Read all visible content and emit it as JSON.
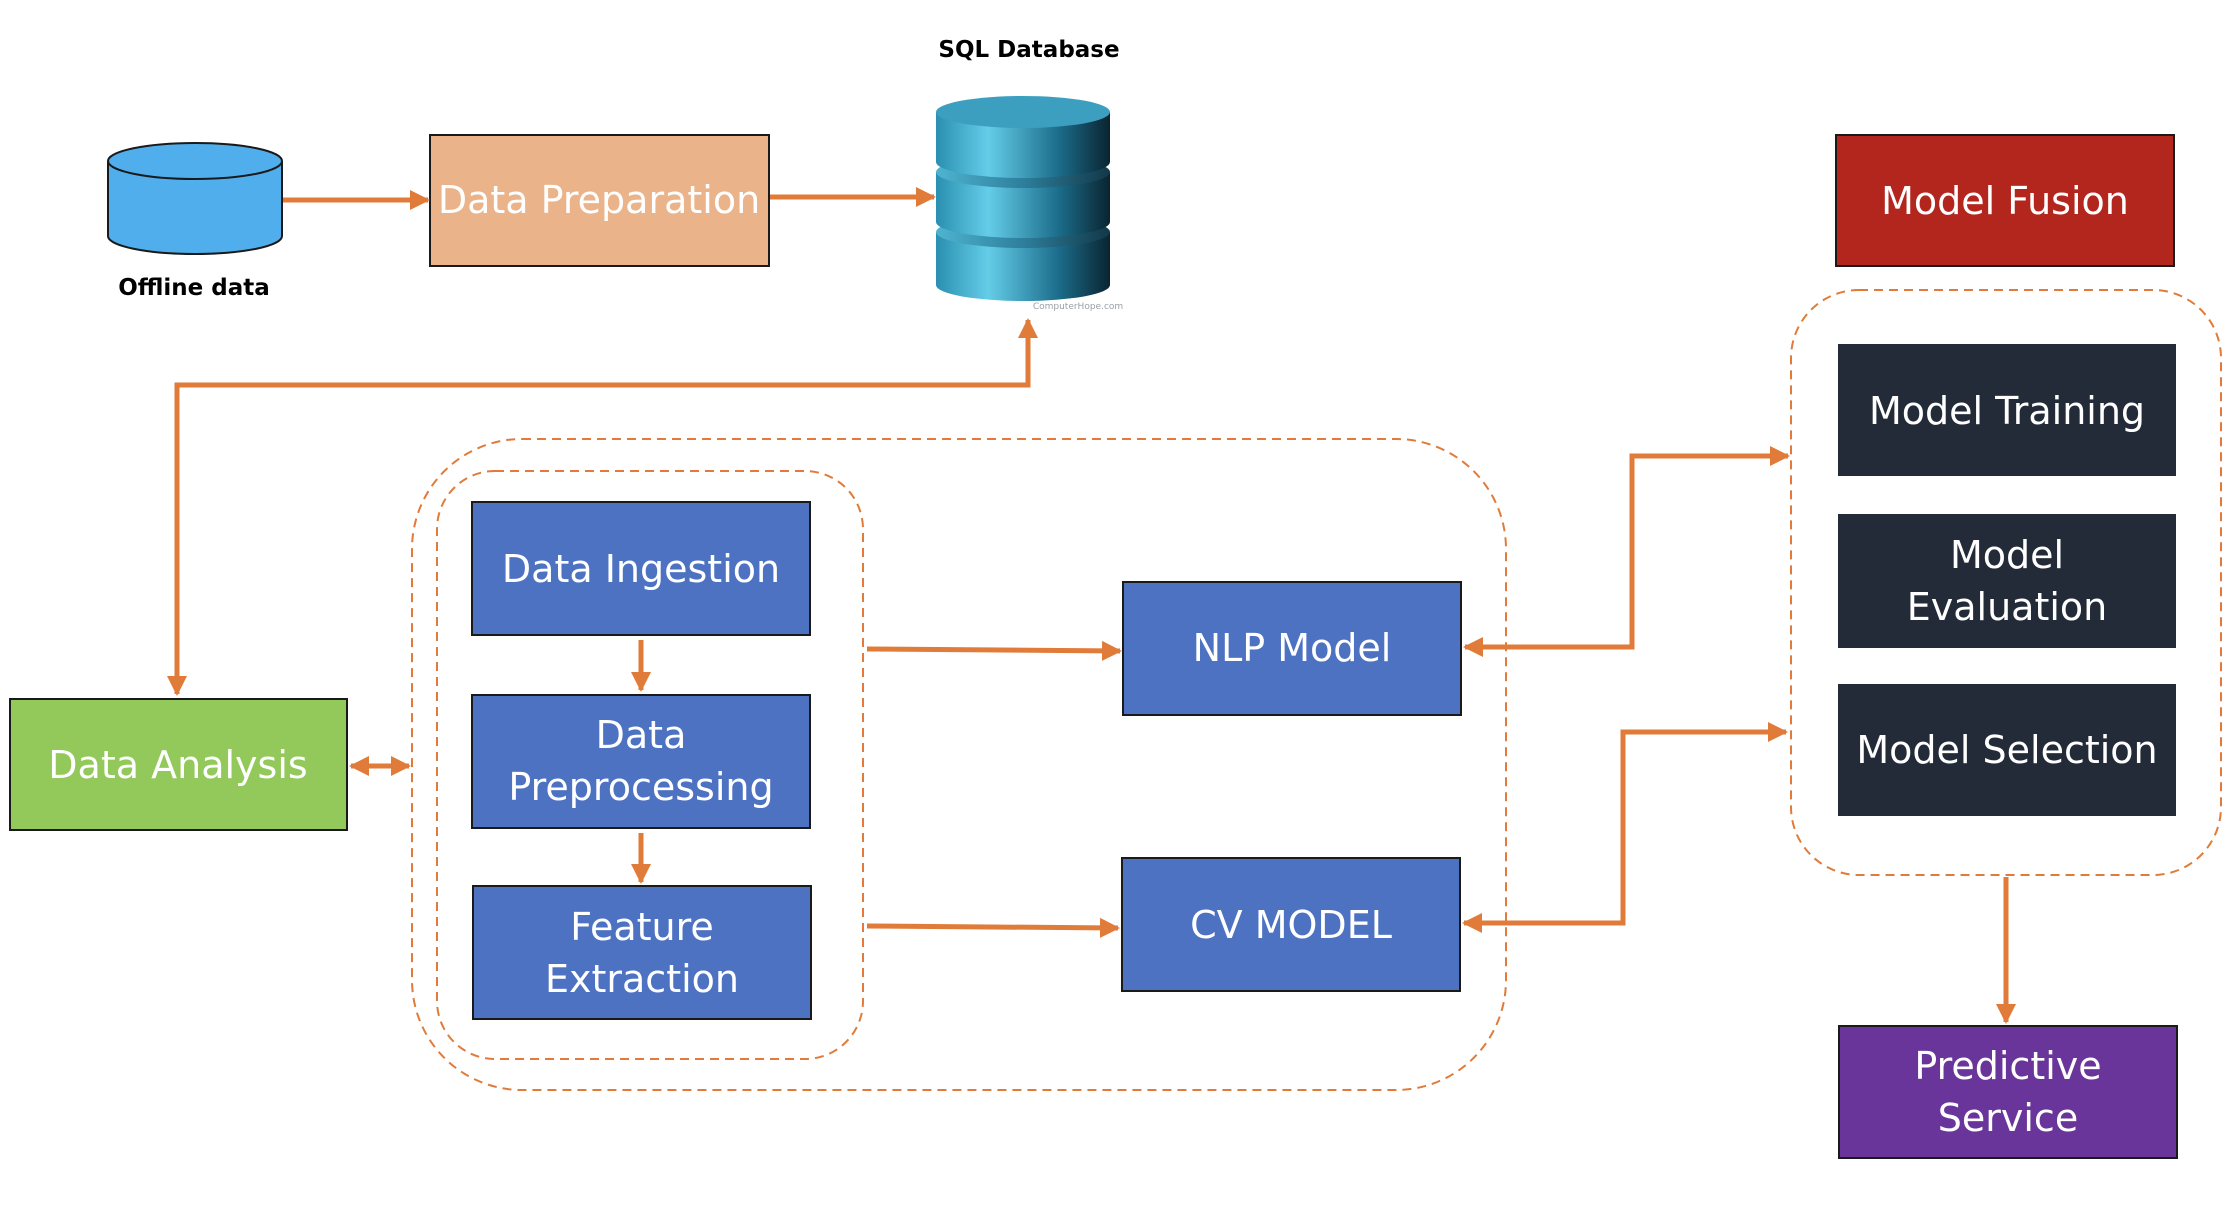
{
  "labels": {
    "offline_data": "Offline data",
    "sql_database": "SQL Database",
    "db_watermark": "ComputerHope.com"
  },
  "boxes": {
    "data_preparation": "Data Preparation",
    "data_analysis": "Data Analysis",
    "data_ingestion": "Data Ingestion",
    "data_preprocessing": [
      "Data",
      "Preprocessing"
    ],
    "feature_extraction": [
      "Feature",
      "Extraction"
    ],
    "nlp_model": "NLP Model",
    "cv_model": "CV MODEL",
    "model_fusion": "Model Fusion",
    "model_training": "Model Training",
    "model_evaluation": [
      "Model",
      "Evaluation"
    ],
    "model_selection": "Model Selection",
    "predictive_service": [
      "Predictive",
      "Service"
    ]
  },
  "colors": {
    "arrow": "#E07B39",
    "blue_box": "#4E72C2",
    "dark_box": "#232B38",
    "green_box": "#93C85A",
    "peach_box": "#EBB38A",
    "red_box": "#B3261E",
    "purple_box": "#6A359A",
    "cylinder": "#4FAEEB"
  }
}
